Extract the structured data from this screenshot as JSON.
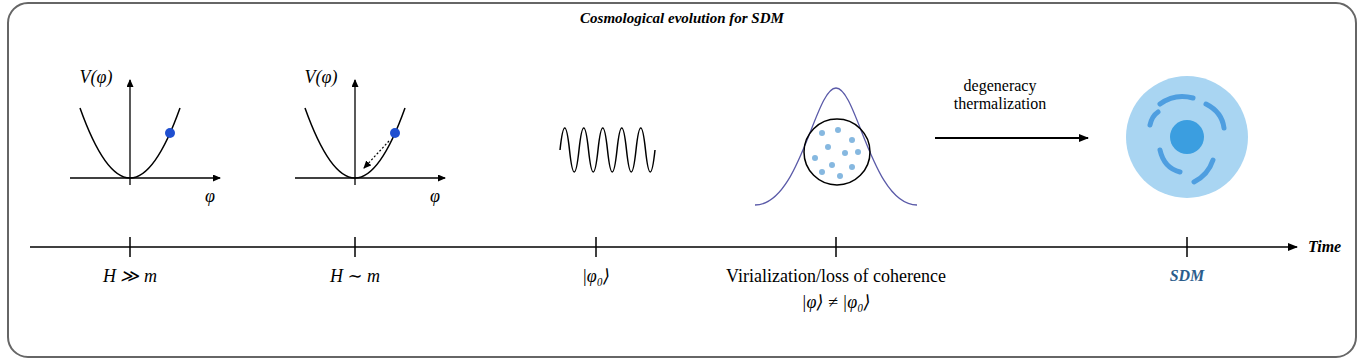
{
  "diagram": {
    "title": "Cosmological evolution for SDM",
    "labels": [
      "V(φ)",
      "φ",
      "V(φ)",
      "φ",
      "H ≫ m",
      "H ∼ m",
      "|φ₀⟩",
      "Virialization/loss of coherence",
      "|φ⟩ ≠ |φ₀⟩",
      "degeneracy thermalization",
      "SDM",
      "Time"
    ]
  }
}
